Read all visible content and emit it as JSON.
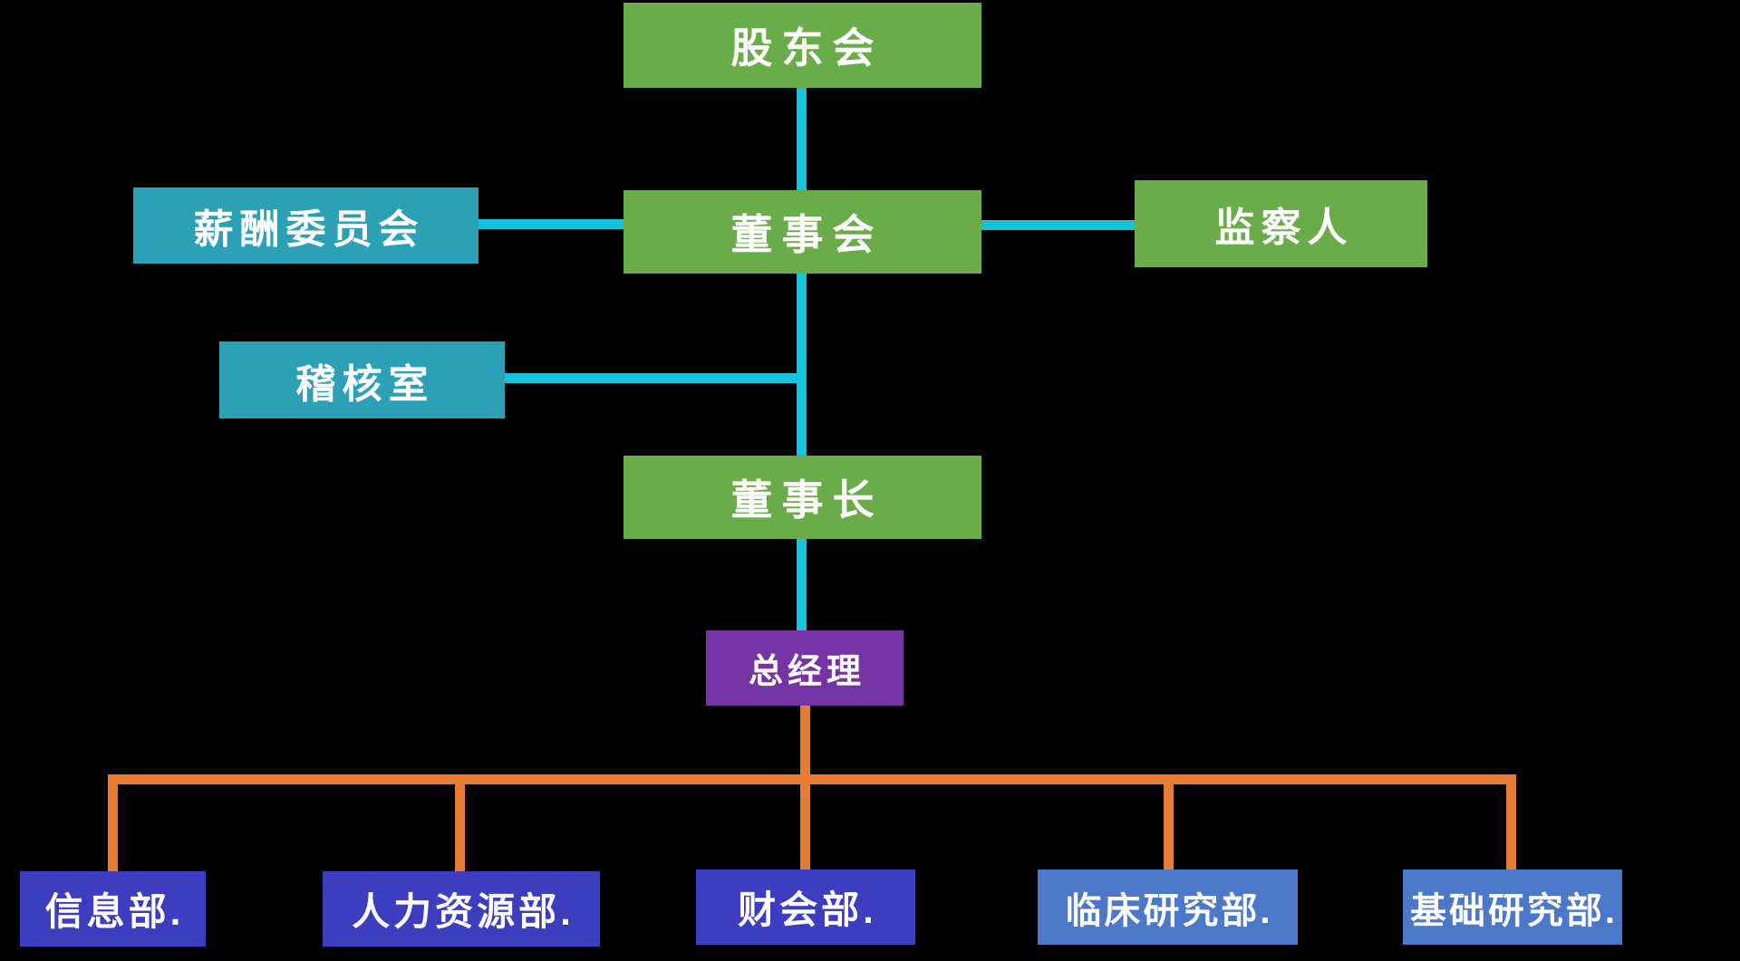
{
  "colors": {
    "background": "#000000",
    "green": "#6BAC4A",
    "teal": "#2CA1B5",
    "cyan_line": "#15C4DC",
    "purple": "#7434A4",
    "orange_line": "#E77C35",
    "indigo": "#3D3DC0",
    "steel_blue": "#4B78C9",
    "text": "#FFFFFF"
  },
  "nodes": {
    "shareholders": {
      "label": "股东会",
      "color": "green"
    },
    "compensation_committee": {
      "label": "薪酬委员会",
      "color": "teal"
    },
    "board": {
      "label": "董事会",
      "color": "green"
    },
    "supervisor": {
      "label": "监察人",
      "color": "green"
    },
    "audit_office": {
      "label": "稽核室",
      "color": "teal"
    },
    "chairman": {
      "label": "董事长",
      "color": "green"
    },
    "general_manager": {
      "label": "总经理",
      "color": "purple"
    },
    "departments": [
      {
        "label": "信息部.",
        "color": "indigo"
      },
      {
        "label": "人力资源部.",
        "color": "indigo"
      },
      {
        "label": "财会部.",
        "color": "indigo"
      },
      {
        "label": "临床研究部.",
        "color": "steel_blue"
      },
      {
        "label": "基础研究部.",
        "color": "steel_blue"
      }
    ]
  },
  "edges": [
    {
      "from": "股东会",
      "to": "董事会"
    },
    {
      "from": "薪酬委员会",
      "to": "董事会"
    },
    {
      "from": "董事会",
      "to": "监察人"
    },
    {
      "from": "稽核室",
      "to": "董事会–董事长连线"
    },
    {
      "from": "董事会",
      "to": "董事长"
    },
    {
      "from": "董事长",
      "to": "总经理"
    },
    {
      "from": "总经理",
      "to": "信息部."
    },
    {
      "from": "总经理",
      "to": "人力资源部."
    },
    {
      "from": "总经理",
      "to": "财会部."
    },
    {
      "from": "总经理",
      "to": "临床研究部."
    },
    {
      "from": "总经理",
      "to": "基础研究部."
    }
  ]
}
